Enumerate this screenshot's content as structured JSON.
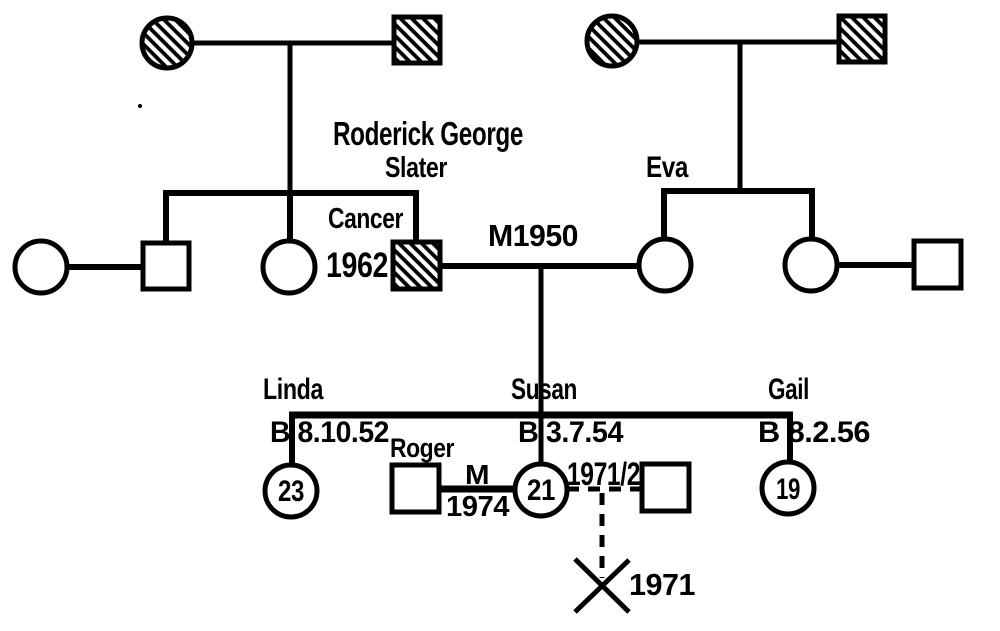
{
  "colors": {
    "ink": "#000000",
    "paper": "#ffffff"
  },
  "pedigree": {
    "father": {
      "given_names": "Roderick George",
      "surname": "Slater",
      "condition": "Cancer",
      "condition_year": "1962"
    },
    "mother": {
      "name": "Eva"
    },
    "parents_marriage": "M1950",
    "daughters": {
      "linda": {
        "name": "Linda",
        "birth": "B 8.10.52",
        "age": "23"
      },
      "susan": {
        "name": "Susan",
        "birth": "B 3.7.54",
        "age": "21"
      },
      "gail": {
        "name": "Gail",
        "birth": "B 8.2.56",
        "age": "19"
      }
    },
    "susan_relationships": {
      "husband": {
        "name": "Roger",
        "marriage_label": "M",
        "marriage_year": "1974"
      },
      "previous_partner": {
        "period": "1971/2",
        "pregnancy_loss_year": "1971"
      }
    }
  }
}
